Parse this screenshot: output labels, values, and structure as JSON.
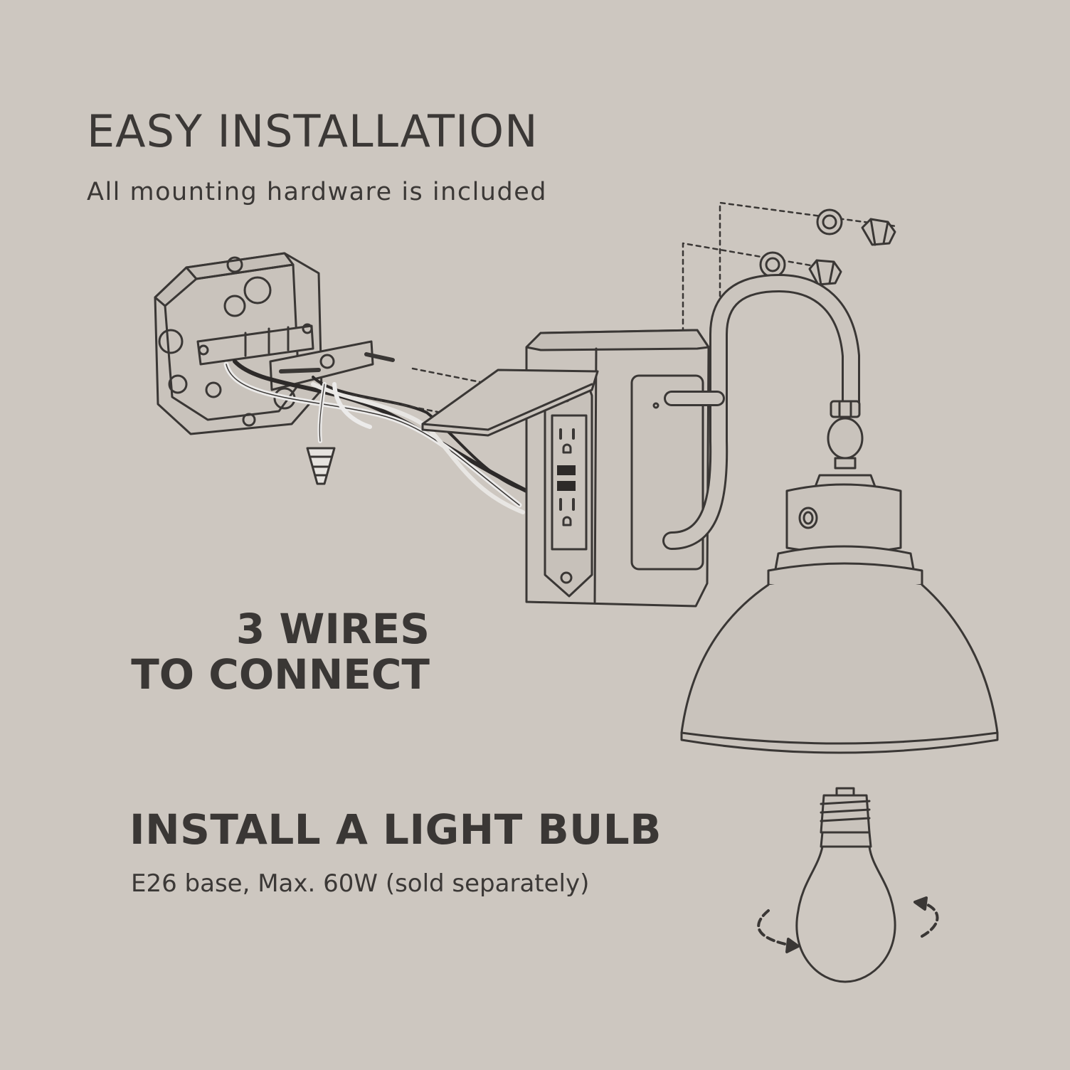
{
  "header": {
    "title": "EASY INSTALLATION",
    "subtitle": "All mounting hardware is included"
  },
  "wiring": {
    "line1": "3 WIRES",
    "line2": "TO CONNECT"
  },
  "bulb": {
    "title": "INSTALL A LIGHT BULB",
    "subtitle": "E26 base, Max. 60W (sold separately)"
  },
  "colors": {
    "background": "#cdc7c0",
    "line": "#3a3735",
    "fill": "#c9c3bc"
  }
}
